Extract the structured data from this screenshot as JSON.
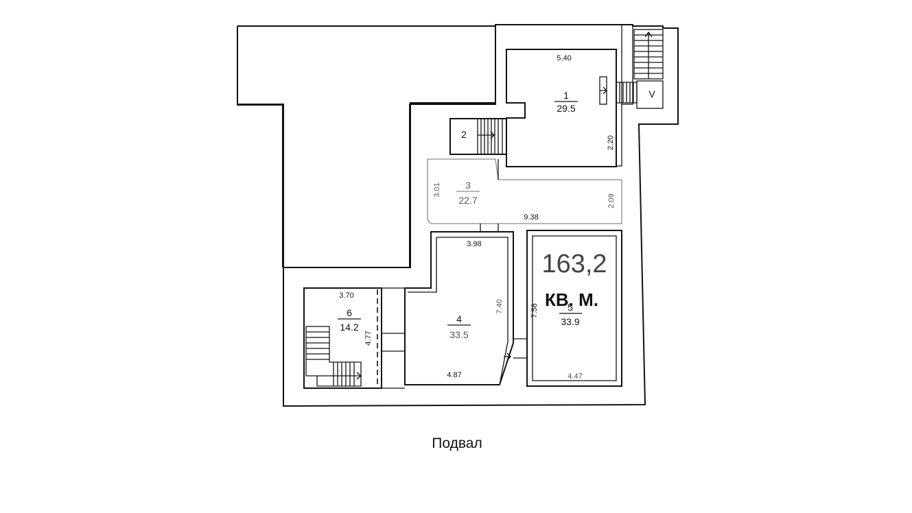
{
  "total_area": {
    "value": "163,2",
    "unit": "КВ. М."
  },
  "caption": "Подвал",
  "rooms": [
    {
      "number": "1",
      "area": "29.5"
    },
    {
      "number": "2",
      "area": ""
    },
    {
      "number": "3",
      "area": "22.7"
    },
    {
      "number": "4",
      "area": "33.5"
    },
    {
      "number": "5",
      "area": "33.9"
    },
    {
      "number": "6",
      "area": "14.2"
    },
    {
      "number": "V",
      "area": ""
    }
  ],
  "dimensions": [
    "5.40",
    "2.20",
    "3.01",
    "2.09",
    "9.38",
    "3.98",
    "7.40",
    "4.87",
    "7.58",
    "4.47",
    "3.70",
    "4.77"
  ]
}
